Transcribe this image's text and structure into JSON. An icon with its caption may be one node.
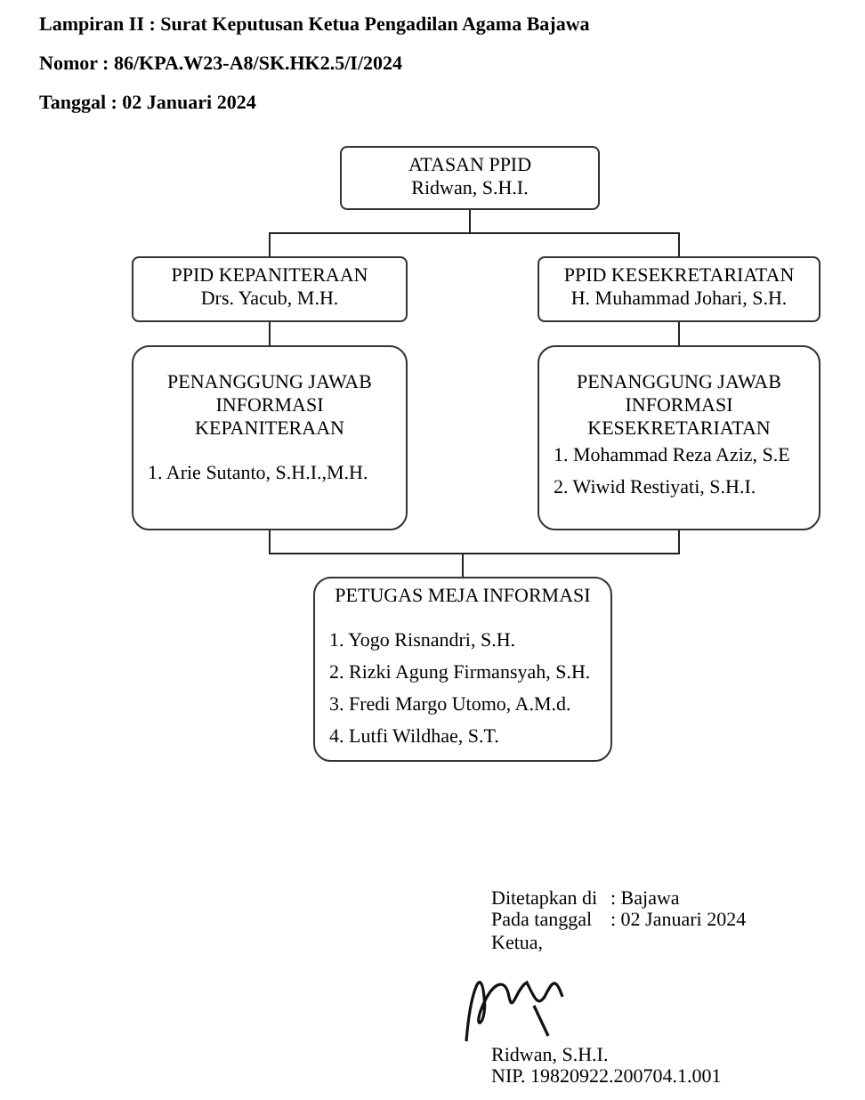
{
  "diagram": {
    "nodes": [
      {
        "text": [
          "ATASAN PPID",
          "Ridwan, S.H.I."
        ]
      },
      {
        "text": [
          "PPID KEPANITERAAN",
          "Drs. Yacub, M.H."
        ]
      },
      {
        "text": [
          "PPID KESEKRETARIATAN",
          "H. Muhammad Johari, S.H."
        ]
      },
      {
        "text": [
          "PENANGGUNG JAWAB INFORMASI KEPANITERAAN",
          "1. Arie Sutanto, S.H.I.,M.H."
        ]
      },
      {
        "text": [
          "PENANGGUNG JAWAB INFORMASI KESEKRETARIATAN",
          "1. Mohammad Reza Aziz, S.E",
          "2. Wiwid Restiyati, S.H.I."
        ]
      },
      {
        "text": [
          "PETUGAS MEJA INFORMASI",
          "1. Yogo Risnandri, S.H.",
          "2. Rizki Agung Firmansyah, S.H.",
          "3. Fredi Margo Utomo, A.M.d.",
          "4. Lutfi Wildhae, S.T."
        ]
      }
    ],
    "edges": [
      {
        "from": 0,
        "to": 1,
        "arrow": "none"
      },
      {
        "from": 0,
        "to": 2,
        "arrow": "none"
      },
      {
        "from": 1,
        "to": 3,
        "arrow": "none"
      },
      {
        "from": 2,
        "to": 4,
        "arrow": "none"
      },
      {
        "from": 3,
        "to": 5,
        "arrow": "none"
      },
      {
        "from": 4,
        "to": 5,
        "arrow": "none"
      }
    ],
    "labels": [
      "Lampiran II : Surat Keputusan Ketua Pengadilan Agama Bajawa",
      "Nomor : 86/KPA.W23-A8/SK.HK2.5/I/2024",
      "Tanggal : 02 Januari 2024",
      "Ditetapkan di",
      ": Bajawa",
      "Pada tanggal",
      ": 02 Januari 2024",
      "Ketua,",
      "Ridwan, S.H.I.",
      "NIP. 19820922.200704.1.001"
    ]
  }
}
